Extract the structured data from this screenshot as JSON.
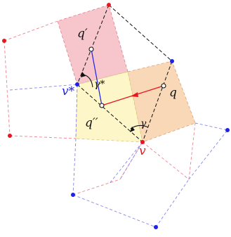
{
  "labels": {
    "q": "q",
    "q_prime": "q′",
    "q_double_prime": "q′′",
    "v": "v",
    "v_star": "v*",
    "gamma": "γ",
    "gamma_star": "γ*"
  },
  "colors": {
    "red": "#e8161e",
    "blue": "#1d22e6",
    "pink_fill": "#f7c6cc",
    "orange_fill": "#f9d8b8",
    "yellow_fill": "#fdf6c8",
    "black": "#111111"
  }
}
